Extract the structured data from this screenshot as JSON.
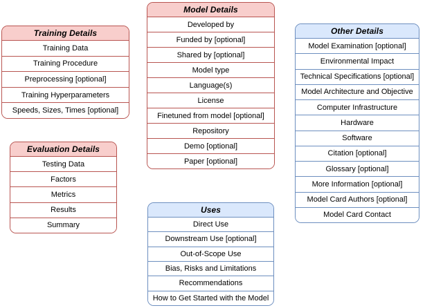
{
  "diagram": {
    "colors": {
      "red_fill": "#f8cecc",
      "red_stroke": "#b85450",
      "blue_fill": "#dae8fc",
      "blue_stroke": "#6c8ebf",
      "row_bg": "#ffffff",
      "text": "#000000"
    },
    "boxes": [
      {
        "title": "Training Details",
        "theme": "red",
        "rows": [
          "Training Data",
          "Training Procedure",
          "Preprocessing [optional]",
          "Training Hyperparameters",
          "Speeds, Sizes, Times [optional]"
        ]
      },
      {
        "title": "Evaluation Details",
        "theme": "red",
        "rows": [
          "Testing Data",
          "Factors",
          "Metrics",
          "Results",
          "Summary"
        ]
      },
      {
        "title": "Model Details",
        "theme": "red",
        "rows": [
          "Developed by",
          "Funded by [optional]",
          "Shared by [optional]",
          "Model type",
          "Language(s)",
          "License",
          "Finetuned from model [optional]",
          "Repository",
          "Demo [optional]",
          "Paper [optional]"
        ]
      },
      {
        "title": "Uses",
        "theme": "blue",
        "rows": [
          "Direct Use",
          "Downstream Use [optional]",
          "Out-of-Scope Use",
          "Bias, Risks and Limitations",
          "Recommendations",
          "How to Get Started with the Model"
        ]
      },
      {
        "title": "Other Details",
        "theme": "blue",
        "rows": [
          "Model Examination [optional]",
          "Environmental Impact",
          "Technical Specifications [optional]",
          "Model Architecture and Objective",
          "Computer Infrastructure",
          "Hardware",
          "Software",
          "Citation [optional]",
          "Glossary [optional]",
          "More Information [optional]",
          "Model Card Authors [optional]",
          "Model Card Contact"
        ]
      }
    ]
  }
}
